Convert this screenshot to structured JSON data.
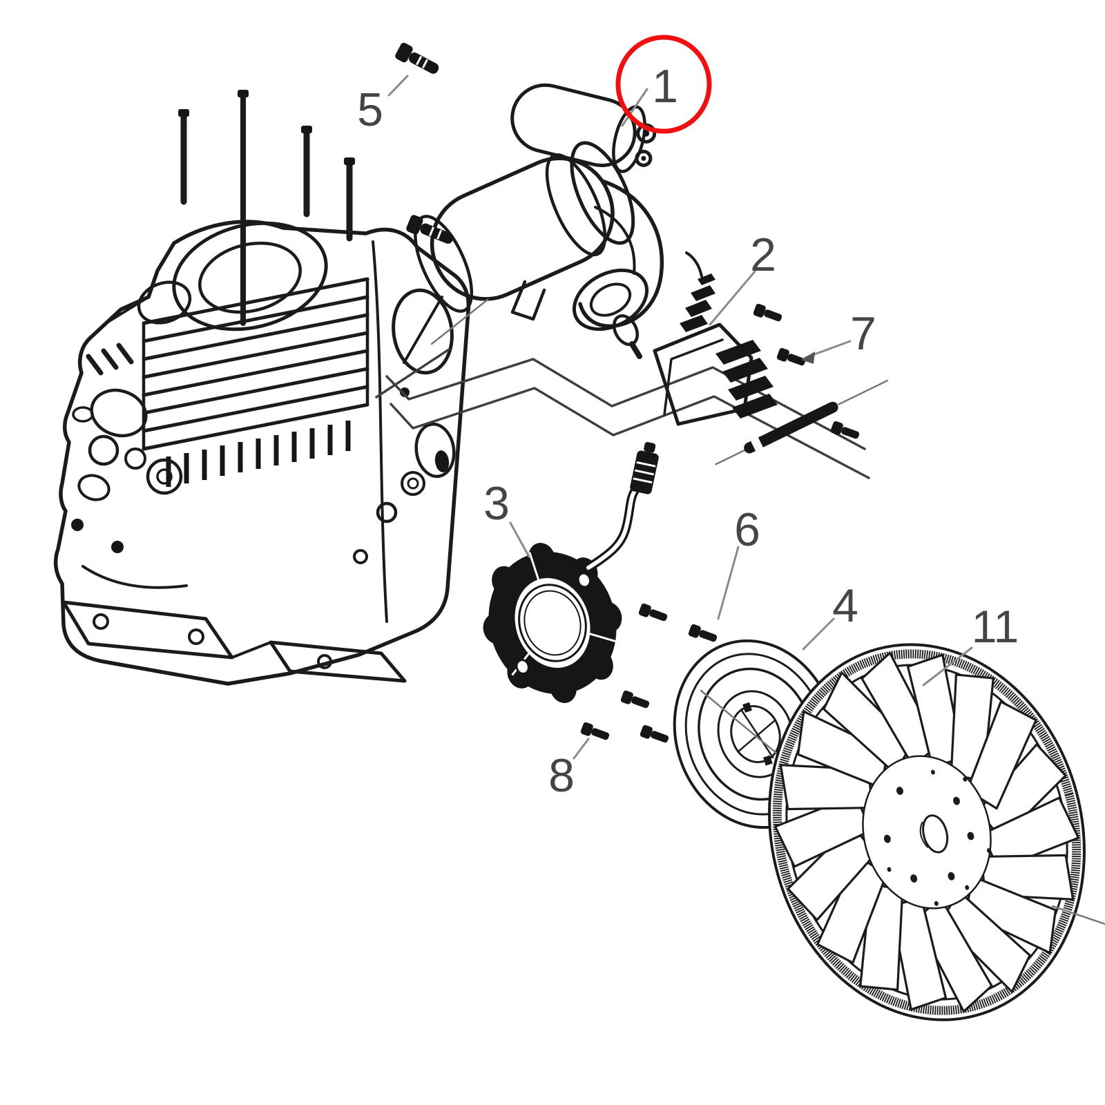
{
  "diagram": {
    "kind": "engine-exploded-parts-diagram",
    "highlighted_part": "1",
    "colors": {
      "background": "#ffffff",
      "line": "#1b1b1b",
      "label": "#454545",
      "leader": "#8a8a8a",
      "highlight": "#ee1111"
    }
  },
  "parts": [
    {
      "label": "1",
      "name": "starter-motor",
      "highlighted": true
    },
    {
      "label": "2",
      "name": "ignition-coil",
      "highlighted": false
    },
    {
      "label": "3",
      "name": "stator-coil-ring",
      "highlighted": false
    },
    {
      "label": "4",
      "name": "starter-pulley-cup",
      "highlighted": false
    },
    {
      "label": "5",
      "name": "mount-bolt",
      "highlighted": false
    },
    {
      "label": "6",
      "name": "screw-set",
      "highlighted": false
    },
    {
      "label": "7",
      "name": "screw",
      "highlighted": false
    },
    {
      "label": "8",
      "name": "screw",
      "highlighted": false
    },
    {
      "label": "11",
      "name": "flywheel-with-fan",
      "highlighted": false
    }
  ]
}
